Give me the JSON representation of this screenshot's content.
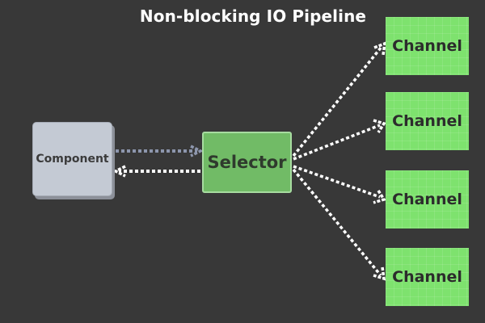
{
  "title": "Non-blocking IO Pipeline",
  "component": {
    "label": "Component"
  },
  "selector": {
    "label": "Selector"
  },
  "channels": [
    {
      "label": "Channel"
    },
    {
      "label": "Channel"
    },
    {
      "label": "Channel"
    },
    {
      "label": "Channel"
    }
  ],
  "colors": {
    "background": "#383838",
    "component_fill": "#c4cad4",
    "selector_fill": "#71bb66",
    "channel_fill": "#7ee26e",
    "request_arrow": "#8d96ad",
    "response_arrow": "#ffffff"
  }
}
